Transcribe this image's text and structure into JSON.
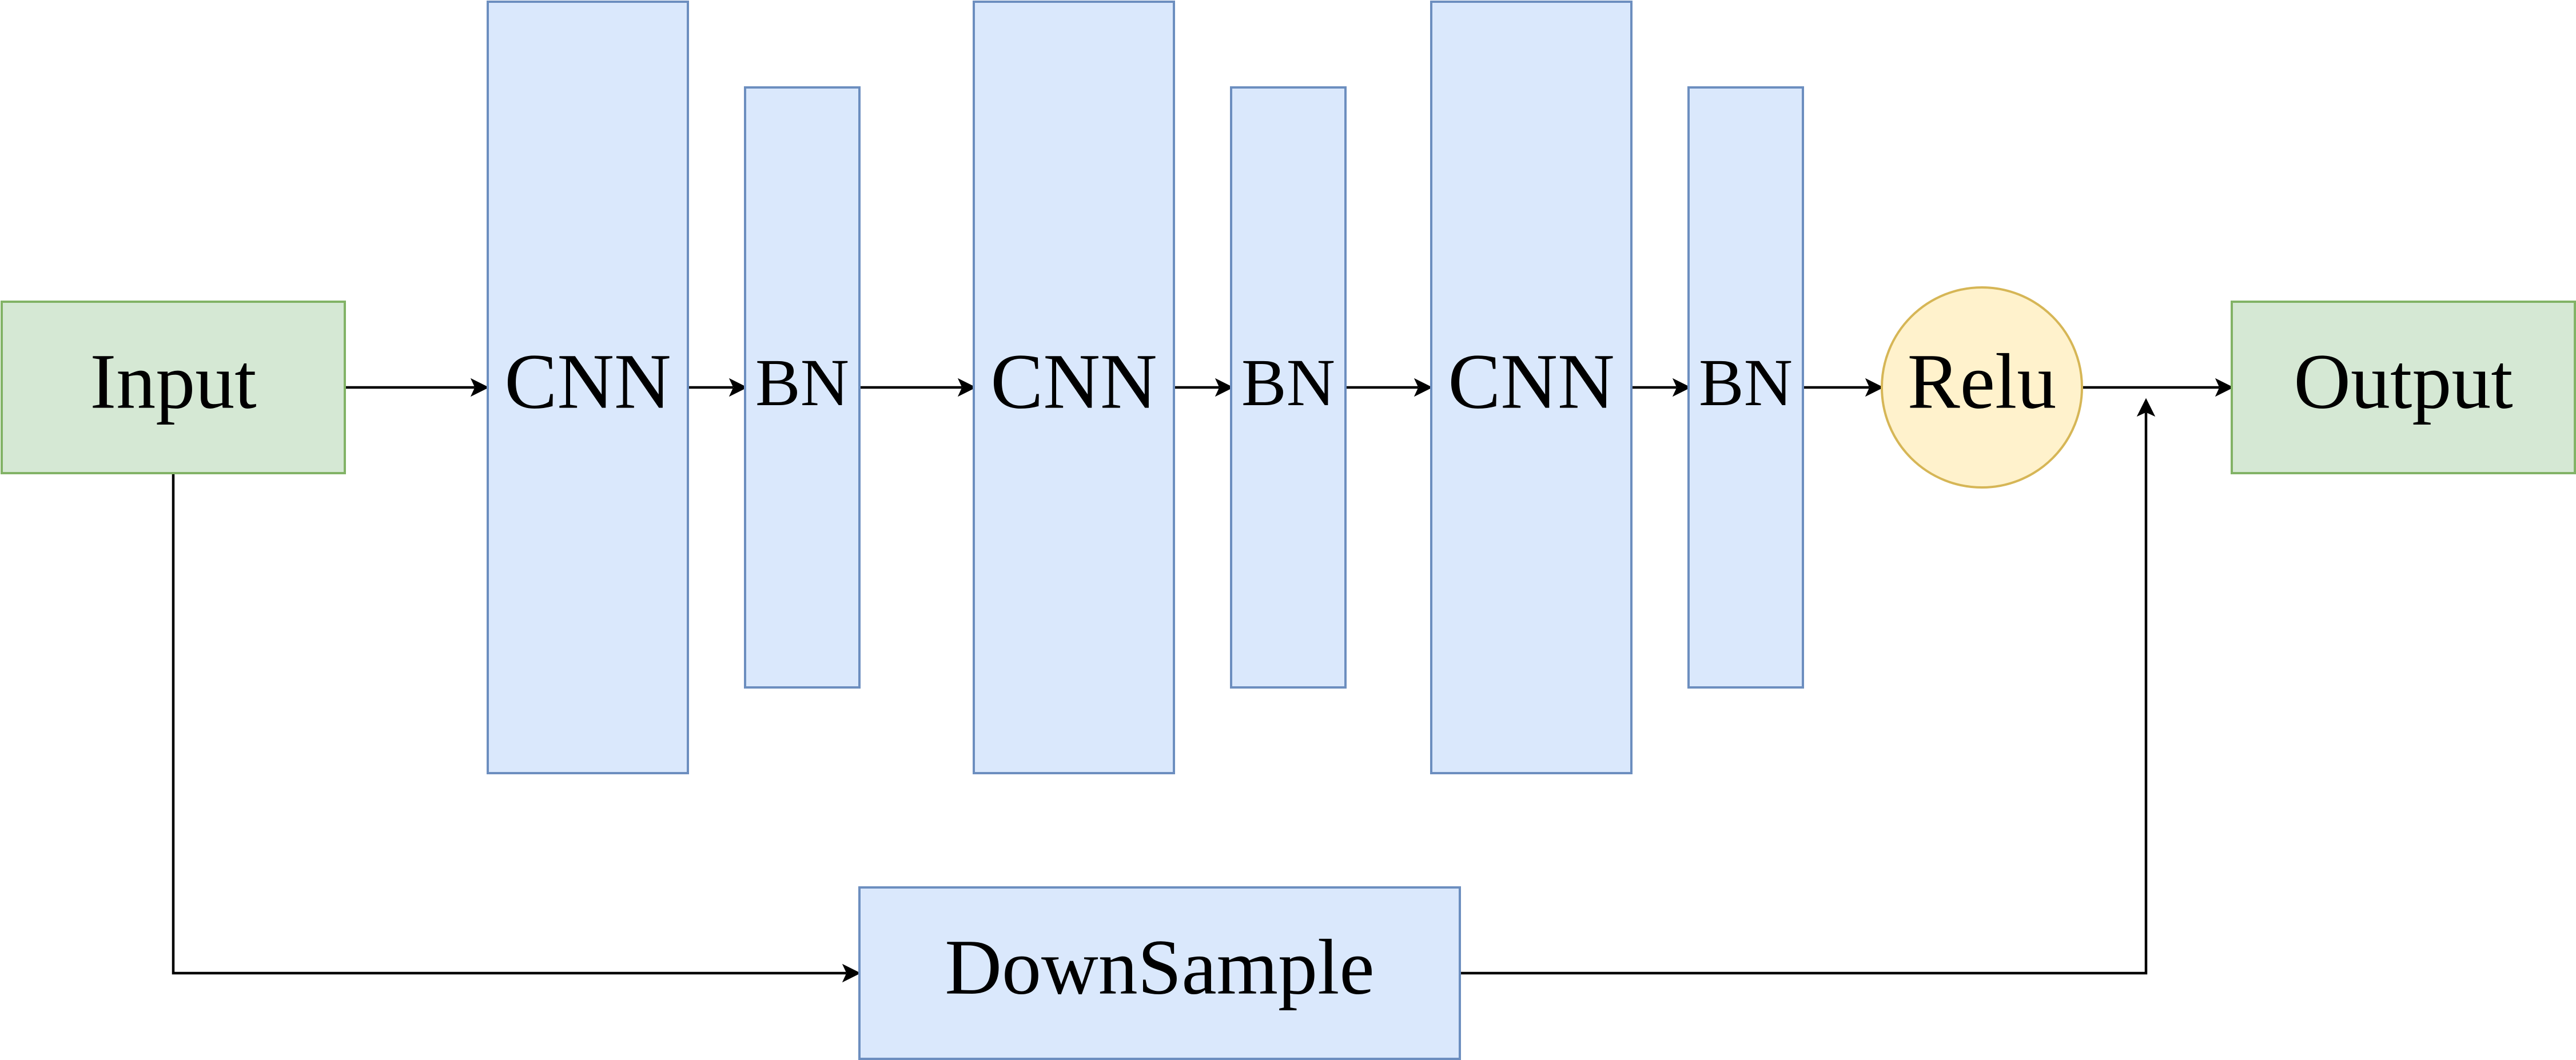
{
  "diagram": {
    "nodes": {
      "input": {
        "label": "Input",
        "fill": "#d5e8d4",
        "stroke": "#82b366"
      },
      "cnn_1": {
        "label": "CNN",
        "fill": "#dae8fc",
        "stroke": "#6c8ebf"
      },
      "bn_1": {
        "label": "BN",
        "fill": "#dae8fc",
        "stroke": "#6c8ebf"
      },
      "cnn_2": {
        "label": "CNN",
        "fill": "#dae8fc",
        "stroke": "#6c8ebf"
      },
      "bn_2": {
        "label": "BN",
        "fill": "#dae8fc",
        "stroke": "#6c8ebf"
      },
      "cnn_3": {
        "label": "CNN",
        "fill": "#dae8fc",
        "stroke": "#6c8ebf"
      },
      "bn_3": {
        "label": "BN",
        "fill": "#dae8fc",
        "stroke": "#6c8ebf"
      },
      "relu": {
        "label": "Relu",
        "fill": "#fff2cc",
        "stroke": "#d6b656"
      },
      "output": {
        "label": "Output",
        "fill": "#d5e8d4",
        "stroke": "#82b366"
      },
      "downsample": {
        "label": "DownSample",
        "fill": "#dae8fc",
        "stroke": "#6c8ebf"
      }
    },
    "edges": [
      {
        "from": "Input",
        "to": "CNN"
      },
      {
        "from": "CNN",
        "to": "BN"
      },
      {
        "from": "BN",
        "to": "CNN"
      },
      {
        "from": "CNN",
        "to": "BN"
      },
      {
        "from": "BN",
        "to": "CNN"
      },
      {
        "from": "CNN",
        "to": "BN"
      },
      {
        "from": "BN",
        "to": "Relu"
      },
      {
        "from": "Relu",
        "to": "Output"
      },
      {
        "from": "Input",
        "to": "DownSample"
      },
      {
        "from": "DownSample",
        "to": "Output"
      }
    ]
  }
}
